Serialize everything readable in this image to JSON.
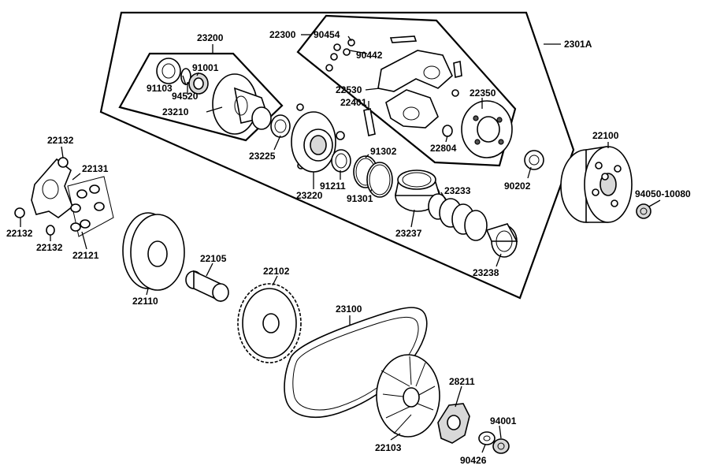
{
  "labels": {
    "assembly_outer": "2301A",
    "driven_pulley_assy": "23200",
    "clutch_assy": "22300",
    "p90454": "90454",
    "p90442": "90442",
    "p91001": "91001",
    "p91103": "91103",
    "p94520": "94520",
    "p23210": "23210",
    "p22530": "22530",
    "p22401": "22401",
    "p22350": "22350",
    "p22804": "22804",
    "p23225": "23225",
    "p91302": "91302",
    "p91211": "91211",
    "p23220": "23220",
    "p91301": "91301",
    "p23233": "23233",
    "p23237": "23237",
    "p23238": "23238",
    "p90202": "90202",
    "p22100": "22100",
    "p94050": "94050-10080",
    "p22132a": "22132",
    "p22131": "22131",
    "p22132b": "22132",
    "p22132c": "22132",
    "p22121": "22121",
    "p22110": "22110",
    "p22105": "22105",
    "p22102": "22102",
    "p23100": "23100",
    "p28211": "28211",
    "p94001": "94001",
    "p90426": "90426",
    "p22103": "22103"
  }
}
